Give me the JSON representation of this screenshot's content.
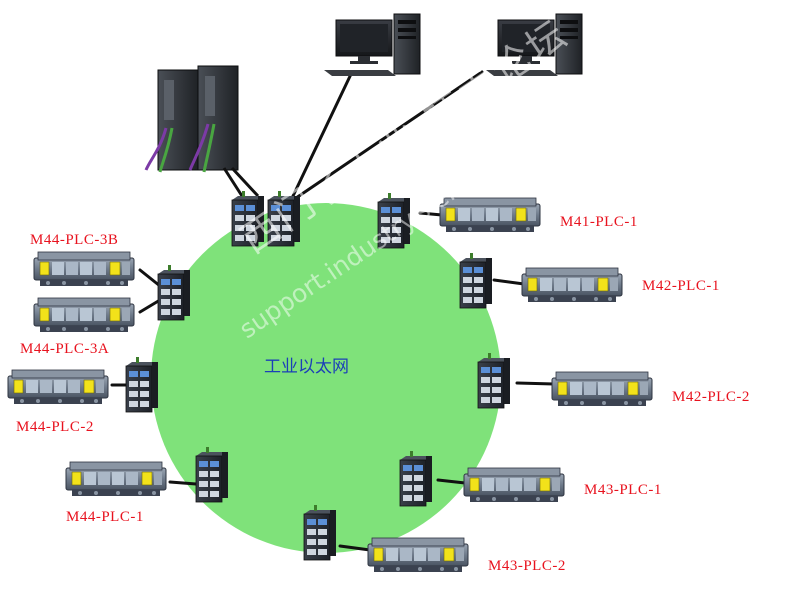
{
  "network": {
    "label": "工业以太网",
    "ring_color": "#7fe27a"
  },
  "plc_labels": [
    {
      "id": "m41-plc-1",
      "text": "M41-PLC-1"
    },
    {
      "id": "m42-plc-1",
      "text": "M42-PLC-1"
    },
    {
      "id": "m42-plc-2",
      "text": "M42-PLC-2"
    },
    {
      "id": "m43-plc-1",
      "text": "M43-PLC-1"
    },
    {
      "id": "m43-plc-2",
      "text": "M43-PLC-2"
    },
    {
      "id": "m44-plc-1",
      "text": "M44-PLC-1"
    },
    {
      "id": "m44-plc-2",
      "text": "M44-PLC-2"
    },
    {
      "id": "m44-plc-3a",
      "text": "M44-PLC-3A"
    },
    {
      "id": "m44-plc-3b",
      "text": "M44-PLC-3B"
    }
  ],
  "watermark": {
    "line1": "西门子工业  技术论坛",
    "line2": "support.industry.siemens.com/cs"
  },
  "colors": {
    "label_red": "#e8121e",
    "center_blue": "#1b3fb8",
    "switch_body": "#2a2f38",
    "plc_body": "#6e7a8a",
    "plc_yellow": "#f2e21a"
  },
  "icons": [
    "workstation-icon",
    "s7-controller-icon",
    "ethernet-switch-icon",
    "plc-rack-icon"
  ]
}
